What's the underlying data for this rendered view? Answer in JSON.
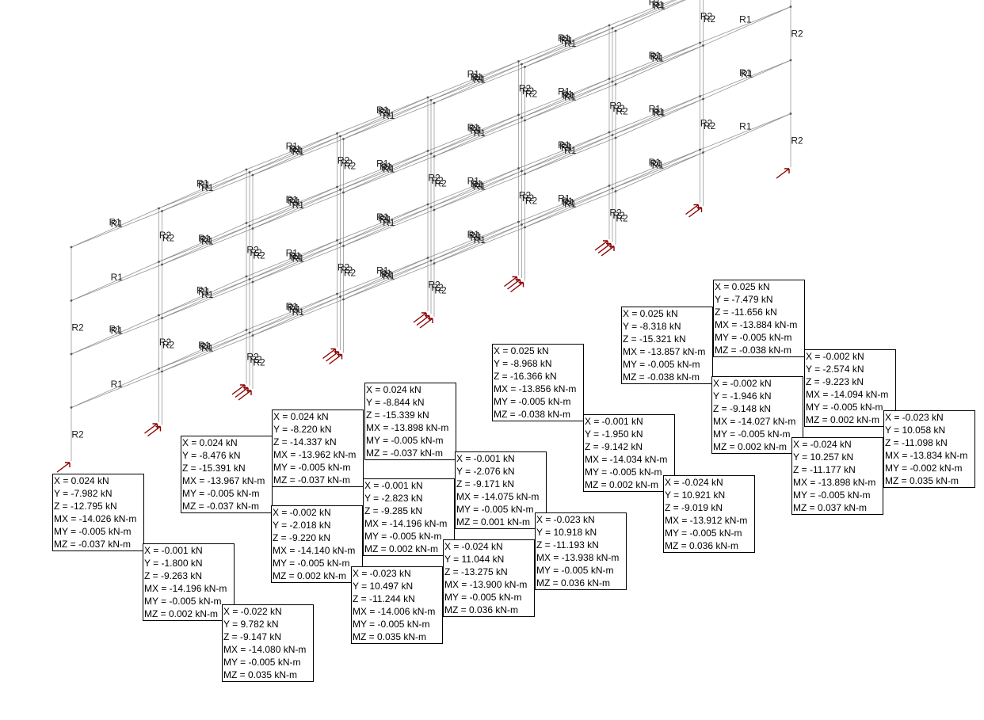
{
  "member_labels": {
    "beam": "R1",
    "column": "R2"
  },
  "reactions": [
    {
      "X": "X = 0.024 kN",
      "Y": "Y = -7.982 kN",
      "Z": "Z = -12.795 kN",
      "MX": "MX = -14.026 kN-m",
      "MY": "MY = -0.005 kN-m",
      "MZ": "MZ = -0.037 kN-m"
    },
    {
      "X": "X = 0.024 kN",
      "Y": "Y = -8.476 kN",
      "Z": "Z = -15.391 kN",
      "MX": "MX = -13.967 kN-m",
      "MY": "MY = -0.005 kN-m",
      "MZ": "MZ = -0.037 kN-m"
    },
    {
      "X": "X = 0.024 kN",
      "Y": "Y = -8.220 kN",
      "Z": "Z = -14.337 kN",
      "MX": "MX = -13.962 kN-m",
      "MY": "MY = -0.005 kN-m",
      "MZ": "MZ = -0.037 kN-m"
    },
    {
      "X": "X = 0.024 kN",
      "Y": "Y = -8.844 kN",
      "Z": "Z = -15.339 kN",
      "MX": "MX = -13.898 kN-m",
      "MY": "MY = -0.005 kN-m",
      "MZ": "MZ = -0.037 kN-m"
    },
    {
      "X": "X = 0.025 kN",
      "Y": "Y = -8.968 kN",
      "Z": "Z = -16.366 kN",
      "MX": "MX = -13.856 kN-m",
      "MY": "MY = -0.005 kN-m",
      "MZ": "MZ = -0.038 kN-m"
    },
    {
      "X": "X = 0.025 kN",
      "Y": "Y = -8.318 kN",
      "Z": "Z = -15.321 kN",
      "MX": "MX = -13.857 kN-m",
      "MY": "MY = -0.005 kN-m",
      "MZ": "MZ = -0.038 kN-m"
    },
    {
      "X": "X = 0.025 kN",
      "Y": "Y = -7.479 kN",
      "Z": "Z = -11.656 kN",
      "MX": "MX = -13.884 kN-m",
      "MY": "MY = -0.005 kN-m",
      "MZ": "MZ = -0.038 kN-m"
    },
    {
      "X": "X = -0.001 kN",
      "Y": "Y = -1.800 kN",
      "Z": "Z = -9.263 kN",
      "MX": "MX = -14.196 kN-m",
      "MY": "MY = -0.005 kN-m",
      "MZ": "MZ = 0.002 kN-m"
    },
    {
      "X": "X = -0.002 kN",
      "Y": "Y = -2.018 kN",
      "Z": "Z = -9.220 kN",
      "MX": "MX = -14.140 kN-m",
      "MY": "MY = -0.005 kN-m",
      "MZ": "MZ = 0.002 kN-m"
    },
    {
      "X": "X = -0.001 kN",
      "Y": "Y = -2.823 kN",
      "Z": "Z = -9.285 kN",
      "MX": "MX = -14.196 kN-m",
      "MY": "MY = -0.005 kN-m",
      "MZ": "MZ = 0.002 kN-m"
    },
    {
      "X": "X = -0.001 kN",
      "Y": "Y = -2.076 kN",
      "Z": "Z = -9.171 kN",
      "MX": "MX = -14.075 kN-m",
      "MY": "MY = -0.005 kN-m",
      "MZ": "MZ = 0.001 kN-m"
    },
    {
      "X": "X = -0.001 kN",
      "Y": "Y = -1.950 kN",
      "Z": "Z = -9.142 kN",
      "MX": "MX = -14.034 kN-m",
      "MY": "MY = -0.005 kN-m",
      "MZ": "MZ = 0.002 kN-m"
    },
    {
      "X": "X = -0.002 kN",
      "Y": "Y = -1.946 kN",
      "Z": "Z = -9.148 kN",
      "MX": "MX = -14.027 kN-m",
      "MY": "MY = -0.005 kN-m",
      "MZ": "MZ = 0.002 kN-m"
    },
    {
      "X": "X = -0.002 kN",
      "Y": "Y = -2.574 kN",
      "Z": "Z = -9.223 kN",
      "MX": "MX = -14.094 kN-m",
      "MY": "MY = -0.005 kN-m",
      "MZ": "MZ = 0.002 kN-m"
    },
    {
      "X": "X = -0.022 kN",
      "Y": "Y = 9.782 kN",
      "Z": "Z = -9.147 kN",
      "MX": "MX = -14.080 kN-m",
      "MY": "MY = -0.005 kN-m",
      "MZ": "MZ = 0.035 kN-m"
    },
    {
      "X": "X = -0.023 kN",
      "Y": "Y = 10.497 kN",
      "Z": "Z = -11.244 kN",
      "MX": "MX = -14.006 kN-m",
      "MY": "MY = -0.005 kN-m",
      "MZ": "MZ = 0.035 kN-m"
    },
    {
      "X": "X = -0.024 kN",
      "Y": "Y = 11.044 kN",
      "Z": "Z = -13.275 kN",
      "MX": "MX = -13.900 kN-m",
      "MY": "MY = -0.005 kN-m",
      "MZ": "MZ = 0.036 kN-m"
    },
    {
      "X": "X = -0.023 kN",
      "Y": "Y = 10.918 kN",
      "Z": "Z = -11.193 kN",
      "MX": "MX = -13.938 kN-m",
      "MY": "MY = -0.005 kN-m",
      "MZ": "MZ = 0.036 kN-m"
    },
    {
      "X": "X = -0.024 kN",
      "Y": "Y = 10.921 kN",
      "Z": "Z = -9.019 kN",
      "MX": "MX = -13.912 kN-m",
      "MY": "MY = -0.005 kN-m",
      "MZ": "MZ = 0.036 kN-m"
    },
    {
      "X": "X = -0.024 kN",
      "Y": "Y = 10.257 kN",
      "Z": "Z = -11.177 kN",
      "MX": "MX = -13.898 kN-m",
      "MY": "MY = -0.005 kN-m",
      "MZ": "MZ = 0.037 kN-m"
    },
    {
      "X": "X = -0.023 kN",
      "Y": "Y = 10.058 kN",
      "Z": "Z = -11.098 kN",
      "MX": "MX = -13.834 kN-m",
      "MY": "MY = -0.002 kN-m",
      "MZ": "MZ = 0.035 kN-m"
    }
  ]
}
